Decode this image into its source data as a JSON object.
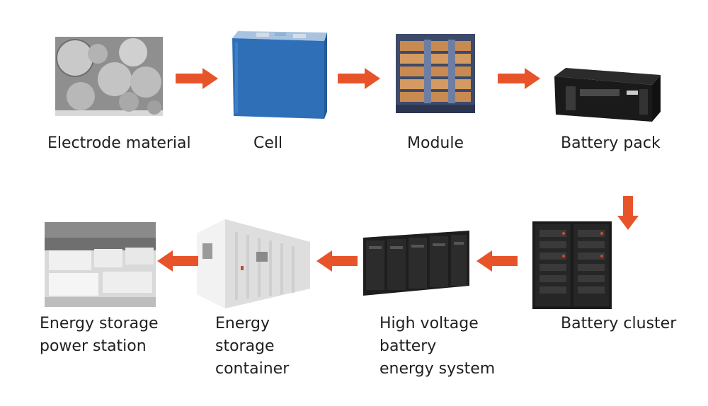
{
  "flow": {
    "accent_color": "#E8542A",
    "steps": [
      {
        "label": "Electrode material",
        "icon": "electrode-material-photo"
      },
      {
        "label": "Cell",
        "icon": "cell-photo"
      },
      {
        "label": "Module",
        "icon": "module-photo"
      },
      {
        "label": "Battery pack",
        "icon": "battery-pack-photo"
      },
      {
        "label": "Battery cluster",
        "icon": "battery-cluster-photo"
      },
      {
        "label": "High voltage\nbattery\nenergy system",
        "icon": "high-voltage-system-photo"
      },
      {
        "label": "Energy\nstorage\ncontainer",
        "icon": "storage-container-photo"
      },
      {
        "label": "Energy storage\npower station",
        "icon": "power-station-photo"
      }
    ]
  }
}
